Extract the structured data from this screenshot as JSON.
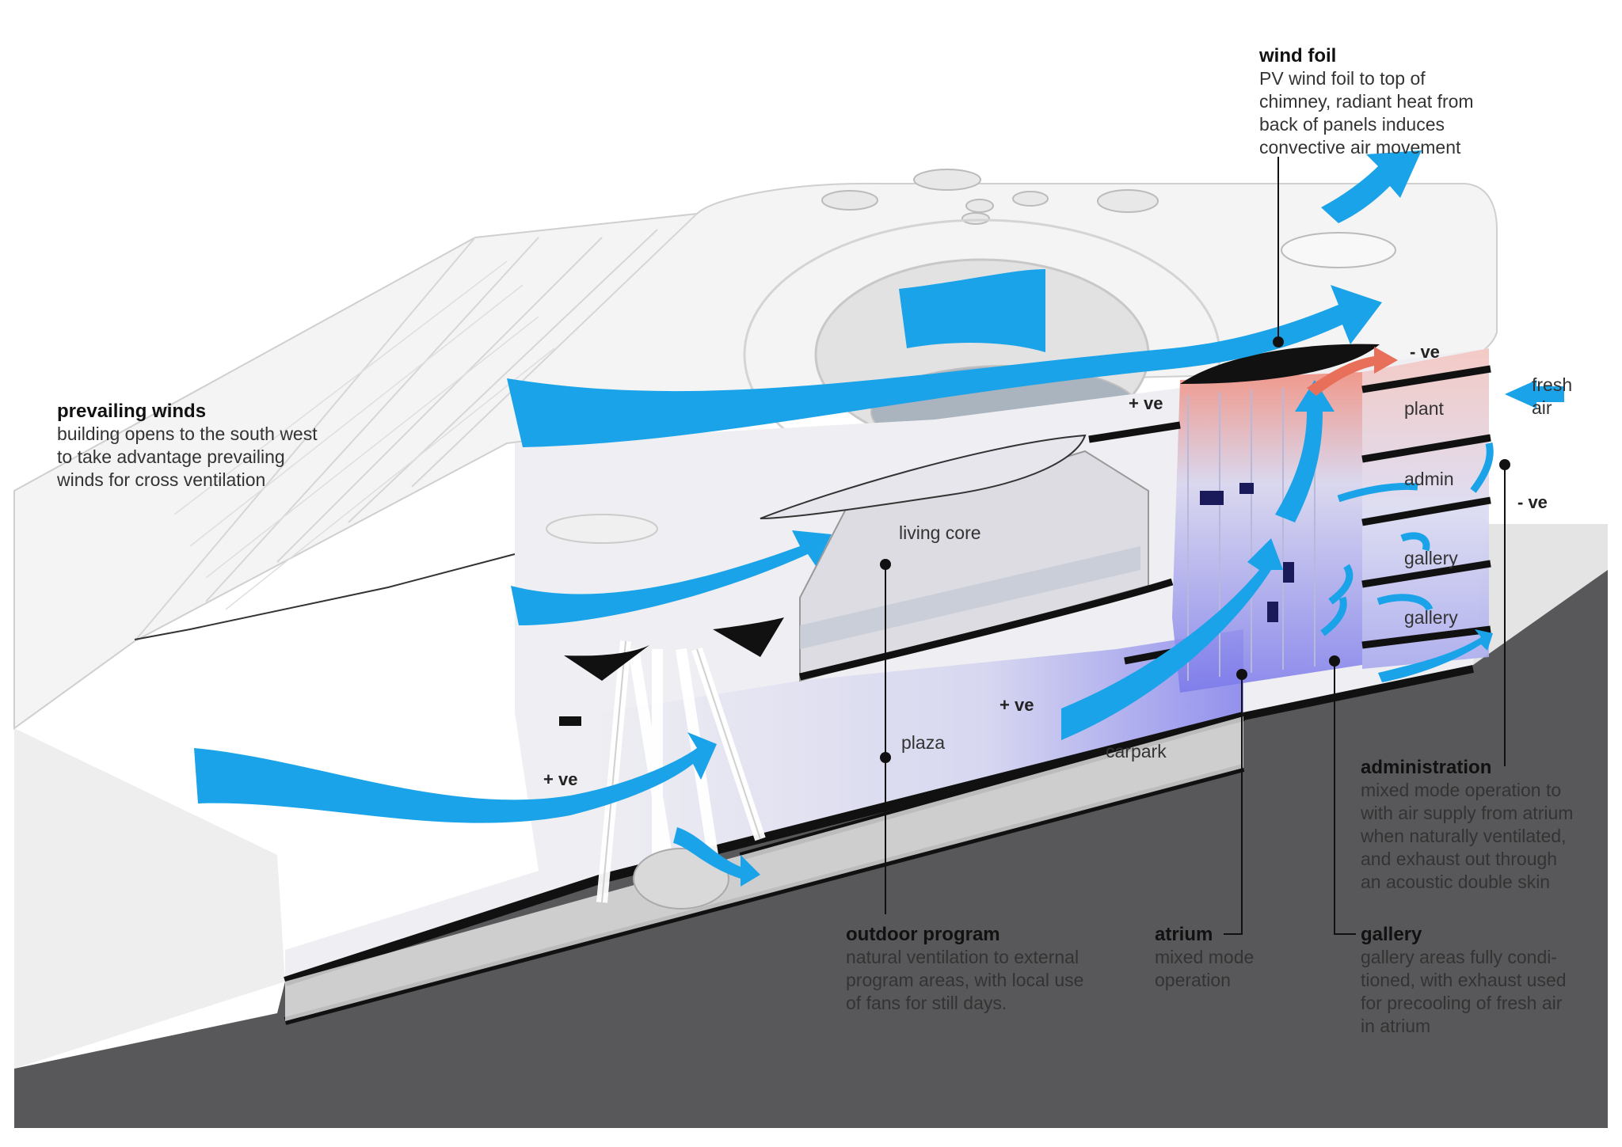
{
  "notes": {
    "wind_foil": {
      "title": "wind foil",
      "body": "PV wind foil to top of\nchimney, radiant heat from\nback of panels induces\nconvective air movement"
    },
    "prevailing_winds": {
      "title": "prevailing winds",
      "body": "building opens to the south west\nto take advantage prevailing\nwinds for cross ventilation"
    },
    "administration": {
      "title": "administration",
      "body": "mixed mode operation to\nwith air supply from atrium\nwhen naturally ventilated,\nand exhaust out through\nan acoustic double skin"
    },
    "outdoor_program": {
      "title": "outdoor program",
      "body": "natural ventilation to external\nprogram areas, with local use\nof fans for still days."
    },
    "atrium": {
      "title": "atrium",
      "body": "mixed mode\noperation"
    },
    "gallery": {
      "title": "gallery",
      "body": "gallery areas fully condi-\ntioned, with exhaust used\nfor precooling of fresh air\nin atrium"
    }
  },
  "labels": {
    "fresh_air": "fresh\nair",
    "plant": "plant",
    "admin": "admin",
    "gallery_upper": "gallery",
    "gallery_lower": "gallery",
    "living_core": "living core",
    "plaza": "plaza",
    "carpark": "carpark"
  },
  "pressure_signs": {
    "neg_top": "- ve",
    "neg_right": "- ve",
    "pos_upper": "+ ve",
    "pos_mid": "+ ve",
    "pos_left": "+ ve"
  },
  "colors": {
    "airflow": "#1aa3e8",
    "warm_exhaust": "#e8705a",
    "cool_air": "#6a6ee8",
    "ground": "#58585a",
    "slab": "#111111"
  }
}
